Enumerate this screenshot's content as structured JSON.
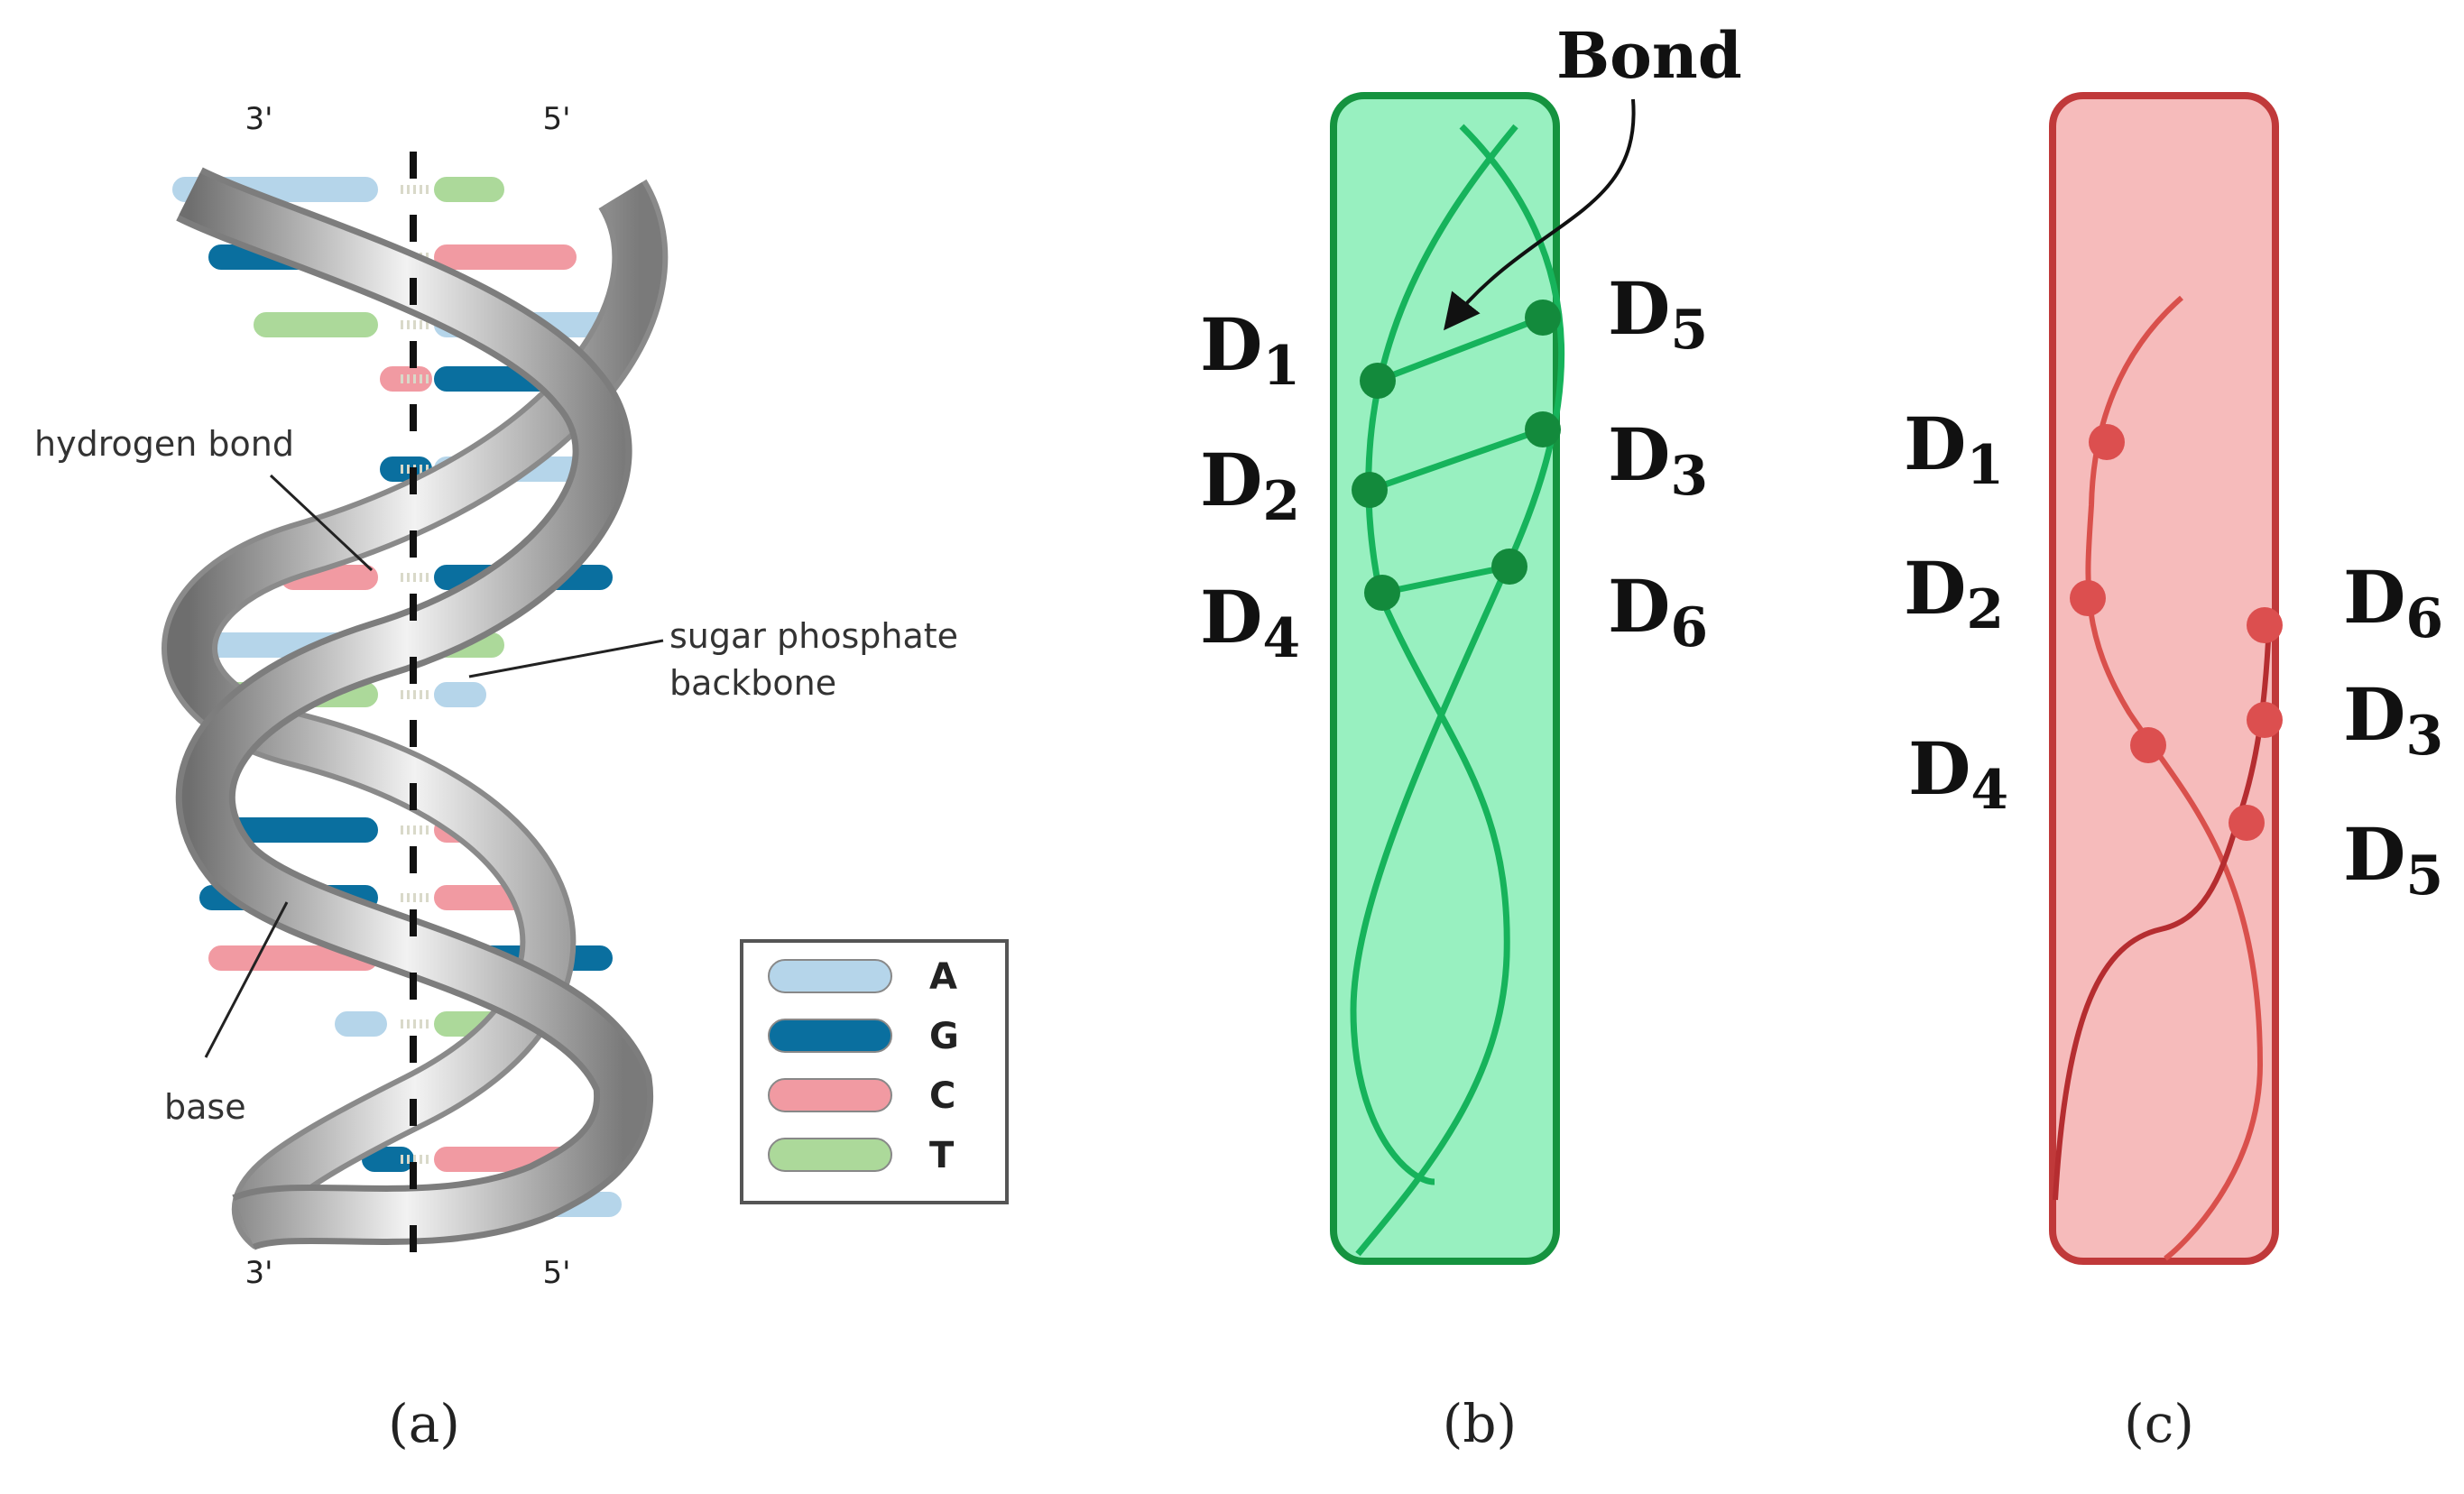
{
  "panel_a": {
    "strand_end_top_left": "3'",
    "strand_end_top_right": "5'",
    "strand_end_bottom_left": "3'",
    "strand_end_bottom_right": "5'",
    "label_hydrogen_bond": "hydrogen bond",
    "label_sugar_line1": "sugar phosphate",
    "label_sugar_line2": "backbone",
    "label_base": "base",
    "legend": [
      {
        "label": "A",
        "color": "#b5d5ea"
      },
      {
        "label": "G",
        "color": "#0a6f9f"
      },
      {
        "label": "C",
        "color": "#f19aa2"
      },
      {
        "label": "T",
        "color": "#acd99a"
      }
    ],
    "caption": "(a)"
  },
  "panel_b": {
    "bond_label": "Bond",
    "labels_left": [
      {
        "main": "D",
        "sub": "1"
      },
      {
        "main": "D",
        "sub": "2"
      },
      {
        "main": "D",
        "sub": "4"
      }
    ],
    "labels_right": [
      {
        "main": "D",
        "sub": "5"
      },
      {
        "main": "D",
        "sub": "3"
      },
      {
        "main": "D",
        "sub": "6"
      }
    ],
    "fill_color": "#98f0c0",
    "line_color": "#16b35b",
    "dot_color": "#138a3c",
    "caption": "(b)"
  },
  "panel_c": {
    "labels_left": [
      {
        "main": "D",
        "sub": "1"
      },
      {
        "main": "D",
        "sub": "2"
      },
      {
        "main": "D",
        "sub": "4"
      }
    ],
    "labels_right": [
      {
        "main": "D",
        "sub": "6"
      },
      {
        "main": "D",
        "sub": "3"
      },
      {
        "main": "D",
        "sub": "5"
      }
    ],
    "fill_color": "#f6bbbb",
    "line_color": "#d9504c",
    "dot_color": "#dc4f4f",
    "caption": "(c)"
  }
}
